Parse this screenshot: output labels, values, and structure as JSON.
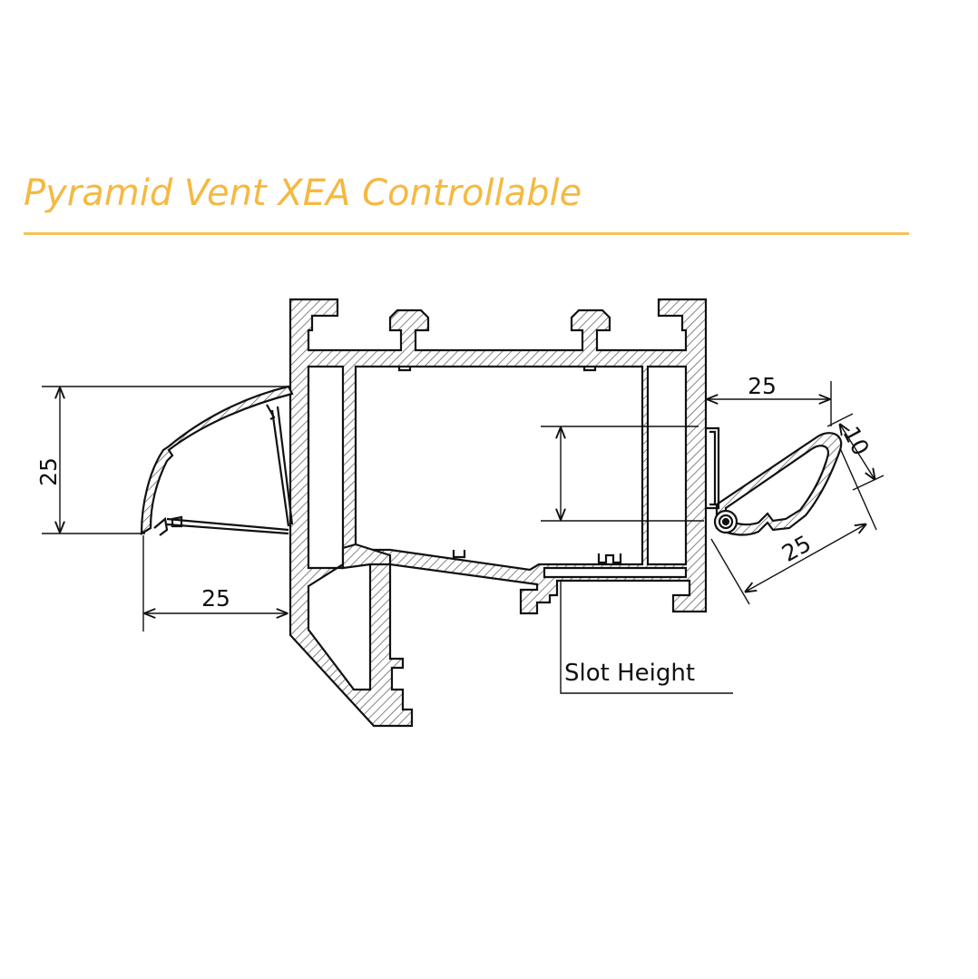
{
  "title": "Pyramid Vent XEA Controllable",
  "colors": {
    "accent": "#f5b942",
    "line": "#111111",
    "hatch": "#555555"
  },
  "dimensions": {
    "left_height": "25",
    "left_depth": "25",
    "top_right": "25",
    "blade_thickness": "10",
    "blade_length": "25"
  },
  "slot_label": "Slot Height"
}
